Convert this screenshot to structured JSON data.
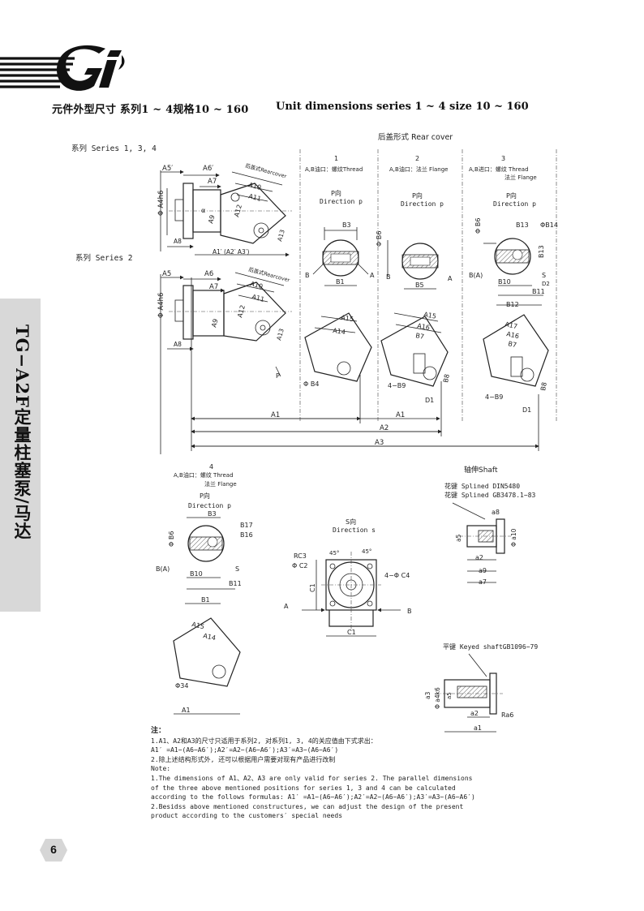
{
  "header": {
    "title_cn": "元件外型尺寸 系列1 ~ 4规格10 ~ 160",
    "title_en": "Unit dimensions series 1 ~ 4 size 10 ~ 160"
  },
  "side_tab": {
    "text": "TG−A2F定量柱塞泵/马达"
  },
  "page_number": "6",
  "labels": {
    "rear_cover": "后盖形式 Rear cover",
    "series_134": "系列 Series 1, 3, 4",
    "series_2": "系列 Series 2",
    "col1_num": "1",
    "col1_desc": "A,B油口：螺纹Thread",
    "col2_num": "2",
    "col2_desc": "A,B油口：法兰 Flange",
    "col3_num": "3",
    "col3_desc1": "A,B进口：螺纹 Thread",
    "col3_desc2": "法兰 Flange",
    "p_dir_cn": "P向",
    "p_dir_en": "Direction p",
    "col4_num": "4",
    "col4_desc1": "A,B油口：螺纹 Thread",
    "col4_desc2": "法兰 Flange",
    "s_dir_cn": "S向",
    "s_dir_en": "Direction s",
    "shaft_title": "轴伸Shaft",
    "spline1": "花键 Splined DIN5480",
    "spline2": "花键 Splined GB3478.1−83",
    "keyed": "平键 Keyed shaftGB1096−79",
    "rearcover_small": "后盖式Rearcover"
  },
  "dims": {
    "A1": "A1",
    "A2": "A2",
    "A3": "A3",
    "A4": "Φ A4h6",
    "A5": "A5",
    "A5p": "A5′",
    "A6": "A6",
    "A6p": "A6′",
    "A7": "A7",
    "A8": "A8",
    "A9": "A9",
    "A10": "A10",
    "A11": "A11",
    "A12": "A12",
    "A13": "A13",
    "A14": "A14",
    "A15": "A15",
    "A16": "A16",
    "A17": "A17",
    "A1p_line": "A1′ (A2′ A3′)",
    "B1": "B1",
    "B3": "B3",
    "B4": "Φ B4",
    "B5": "B5",
    "B6": "Φ B6",
    "B7": "B7",
    "B8": "B8",
    "B9": "4−B9",
    "B10": "B10",
    "B11": "B11",
    "B12": "B12",
    "B13": "B13",
    "B14": "ΦB14",
    "B16": "B16",
    "B17": "B17",
    "C1": "C1",
    "C2": "Φ C2",
    "C4": "4−Φ C4",
    "RC3": "RC3",
    "D1": "D1",
    "D2": "D2",
    "a1": "a1",
    "a2": "a2",
    "a3": "a3",
    "a4": "Φ a4k6",
    "a5": "a5",
    "a7": "a7",
    "a8": "a8",
    "a9": "a9",
    "a10": "Φ a10",
    "Ra6": "Ra6",
    "ang": "45°",
    "alpha": "α",
    "A": "A",
    "B": "B",
    "BA": "B(A)",
    "S": "S",
    "P": "P",
    "B34": "Φ34"
  },
  "notes": {
    "title": "注：",
    "cn1": "1.A1、A2和A3的尺寸只适用于系列2, 对系列1, 3, 4的关应值由下式求出：",
    "cn2": "A1′ =A1−(A6−A6′);A2′=A2−(A6−A6′);A3′=A3−(A6−A6′)",
    "cn3": "2.除上述结构形式外, 还可以根据用户需要对现有产品进行改制",
    "en_title": "Note:",
    "en1": "1.The dimensions of A1、A2、A3 are only valid for series 2. The parallel dimensions",
    "en2": "of the three above mentioned positions for series 1, 3 and 4 can be calculated",
    "en3": "according to the follows formulas: A1′ =A1−(A6−A6′);A2′=A2−(A6−A6′);A3′=A3−(A6−A6′)",
    "en4": "2.Besidss above mentioned constructures, we can adjust the design of the present",
    "en5": "product according to the customers′ special needs"
  }
}
